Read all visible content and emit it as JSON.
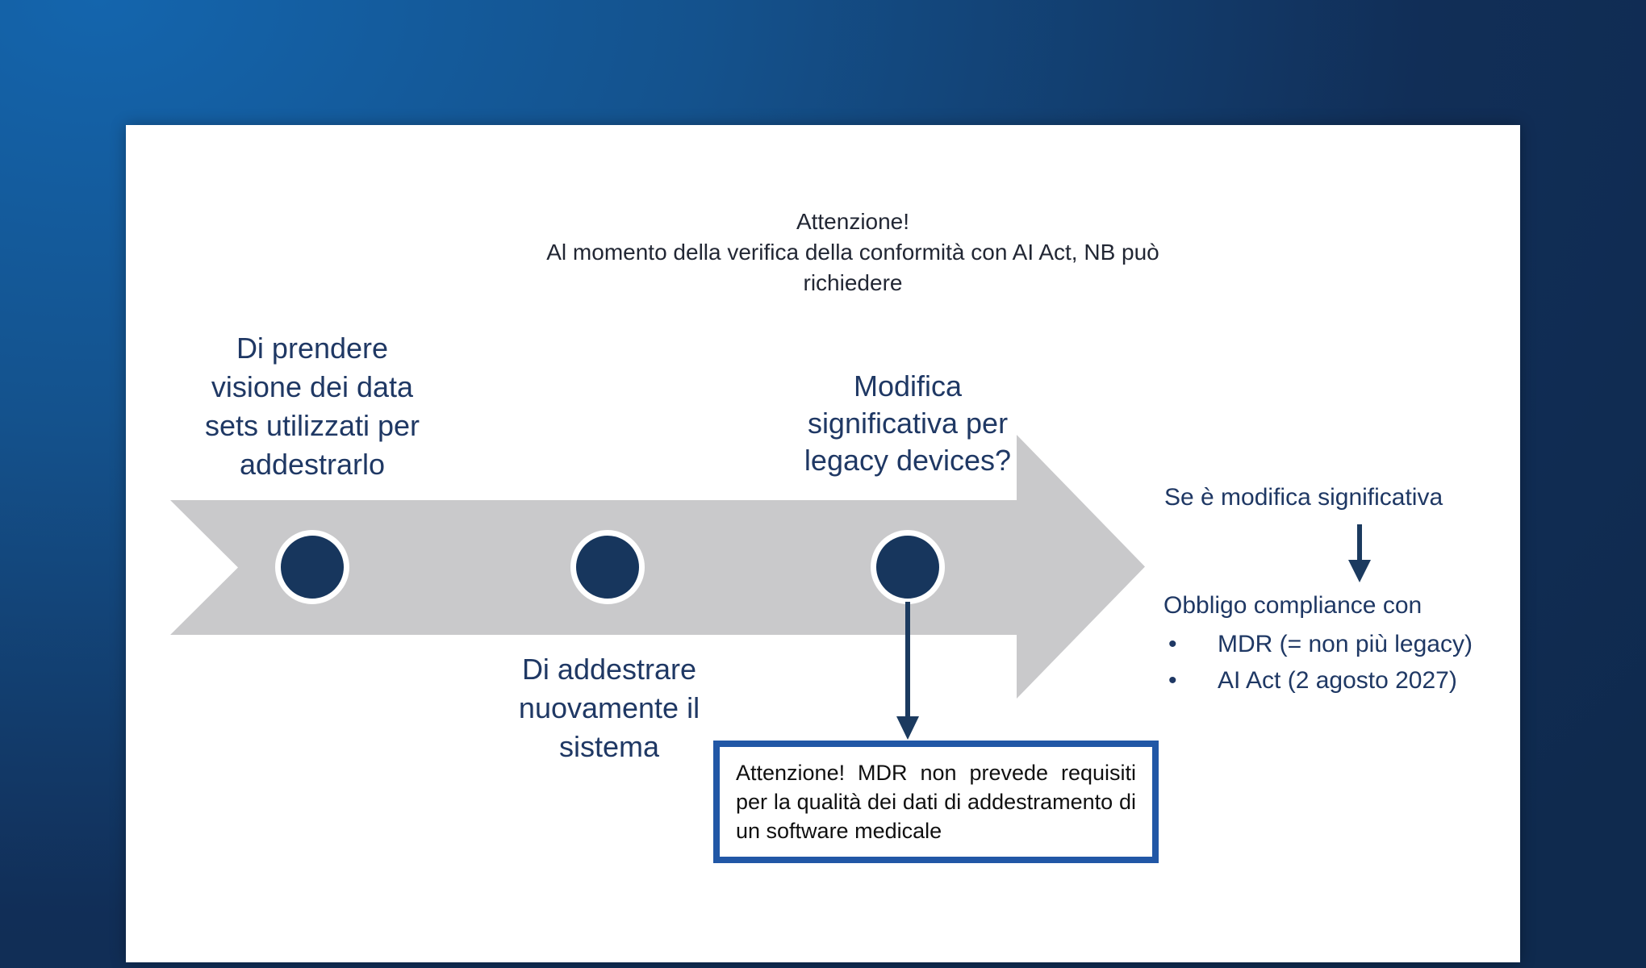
{
  "colors": {
    "background_light": "#1465ad",
    "background_dark": "#112e57",
    "slide_background": "#ffffff",
    "arrow_gray": "#c9c9cb",
    "node_navy": "#17365d",
    "connector_navy": "#1b3a5f",
    "text_blue": "#1f3864",
    "header_text": "#222734",
    "callout_border": "#2157a6",
    "callout_text": "#101010"
  },
  "slide": {
    "header": {
      "line1": "Attenzione!",
      "line2": "Al momento della verifica della conformità con AI Act, NB può richiedere"
    },
    "timeline": {
      "labels": [
        {
          "lines": [
            "Di prendere",
            "visione dei data",
            "sets utilizzati per",
            "addestrarlo"
          ]
        },
        {
          "lines": [
            "Di addestrare",
            "nuovamente il",
            "sistema"
          ]
        },
        {
          "lines": [
            "Modifica",
            "significativa per",
            "legacy devices?"
          ]
        }
      ]
    },
    "outcome": {
      "condition": "Se è modifica significativa",
      "heading": "Obbligo compliance con",
      "marker": "•",
      "bullets": [
        "MDR (= non più legacy)",
        "AI Act (2 agosto 2027)"
      ]
    },
    "callout": {
      "text": "Attenzione! MDR non prevede requisiti per la qualità dei dati di addestramento di un software medicale"
    }
  }
}
